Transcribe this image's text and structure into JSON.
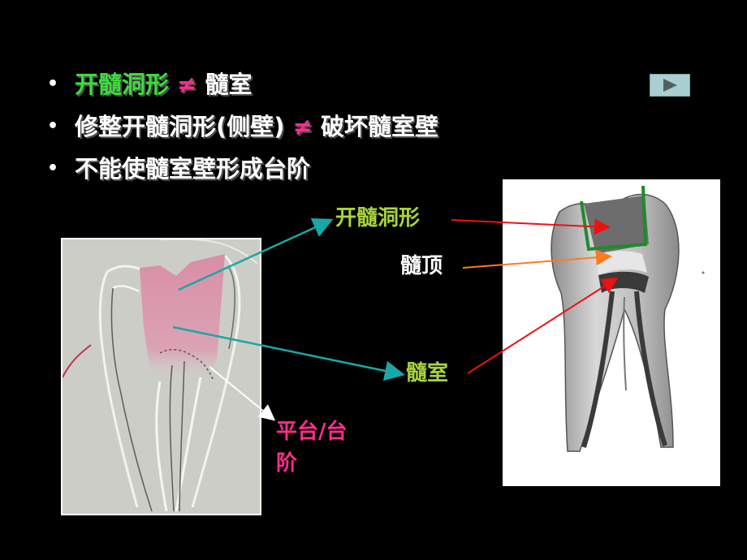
{
  "bullets": [
    {
      "parts": [
        {
          "text": "开髓洞形",
          "color": "green"
        },
        {
          "text": " ≠ ",
          "color": "pink"
        },
        {
          "text": "髓室",
          "color": "white"
        }
      ]
    },
    {
      "parts": [
        {
          "text": "修整开髓洞形(侧壁)",
          "color": "white"
        },
        {
          "text": " ≠ ",
          "color": "pink"
        },
        {
          "text": "破坏髓室壁",
          "color": "white"
        }
      ]
    },
    {
      "parts": [
        {
          "text": "不能使髓室壁形成台阶",
          "color": "white"
        }
      ]
    }
  ],
  "bullet_symbol": "•",
  "labels": {
    "access_cavity": "开髓洞形",
    "pulp_roof": "髓顶",
    "pulp_chamber": "髓室",
    "ledge": "平台/台阶"
  },
  "colors": {
    "background": "#000000",
    "green_text": "#3cdc3c",
    "label_green": "#a8d43c",
    "pink": "#ff2d8c",
    "teal_arrow": "#1aa7a7",
    "red_arrow": "#ee1111",
    "orange_arrow": "#ff7a22",
    "play_button": "#a9cfd1"
  },
  "icons": {
    "play_button": "play-triangle-icon",
    "bullet": "bullet-dot-icon"
  }
}
